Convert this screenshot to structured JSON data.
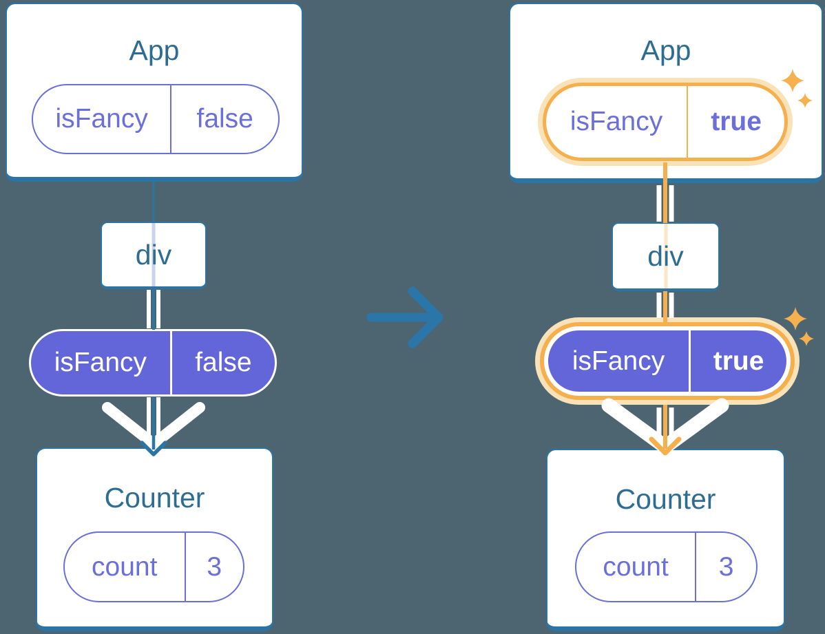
{
  "figure": {
    "description": "React state diagram: App passes isFancy prop down through div to Counter; before (false) and after (true, highlighted) states",
    "before": {
      "app": {
        "title": "App",
        "prop_name": "isFancy",
        "prop_value": "false"
      },
      "div_label": "div",
      "passed_prop": {
        "name": "isFancy",
        "value": "false"
      },
      "counter": {
        "title": "Counter",
        "state_name": "count",
        "state_value": "3"
      }
    },
    "after": {
      "app": {
        "title": "App",
        "prop_name": "isFancy",
        "prop_value": "true"
      },
      "div_label": "div",
      "passed_prop": {
        "name": "isFancy",
        "value": "true"
      },
      "counter": {
        "title": "Counter",
        "state_name": "count",
        "state_value": "3"
      }
    }
  },
  "icons": {
    "transition_arrow": "right-arrow-icon",
    "flow_arrow": "down-arrow-icon",
    "highlight_sparkles": "sparkle-icon"
  },
  "colors": {
    "background": "#4C6570",
    "card_background": "#FFFFFF",
    "card_border_teal": "#2B74A4",
    "title_teal": "#2E6D92",
    "purple_text": "#6A6FDB",
    "purple_fill": "#6366D8",
    "highlight_orange": "#F5AF4D",
    "highlight_orange_pale": "#FAE2B8",
    "in_box_line_lavender": "#C9D3EE",
    "in_box_line_pale_orange": "#F9E7C9",
    "transition_arrow_blue": "#2B76A9",
    "pipe_white": "#FFFFFF"
  }
}
